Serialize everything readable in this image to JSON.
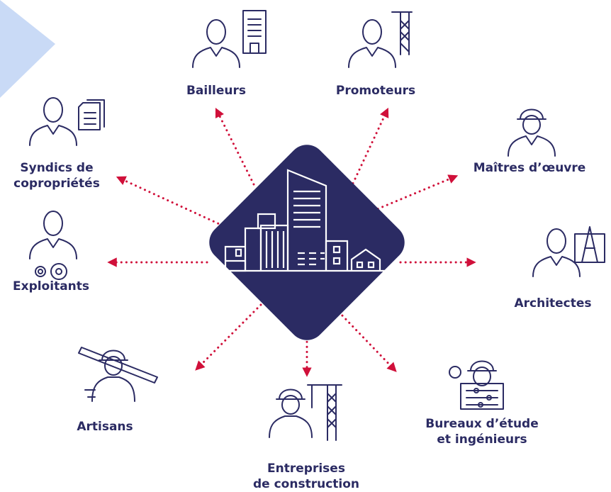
{
  "colors": {
    "navy": "#2b2b63",
    "arrow": "#d0103a",
    "corner": "#c9daf6",
    "text": "#2b2b63"
  },
  "center": {
    "icon": "city-buildings-diamond"
  },
  "actors": [
    {
      "id": "bailleurs",
      "lines": [
        "Bailleurs"
      ],
      "icon": "person-with-building-icon"
    },
    {
      "id": "promoteurs",
      "lines": [
        "Promoteurs"
      ],
      "icon": "person-with-crane-icon"
    },
    {
      "id": "maitres",
      "lines": [
        "Maîtres d’œuvre"
      ],
      "icon": "person-with-hardhat-icon"
    },
    {
      "id": "architectes",
      "lines": [
        "Architectes"
      ],
      "icon": "person-with-blueprint-compass-icon"
    },
    {
      "id": "bureaux",
      "lines": [
        "Bureaux d’étude",
        "et ingénieurs"
      ],
      "icon": "engineer-with-control-panel-icon"
    },
    {
      "id": "entreprises",
      "lines": [
        "Entreprises",
        "de construction"
      ],
      "icon": "worker-with-crane-icon"
    },
    {
      "id": "artisans",
      "lines": [
        "Artisans"
      ],
      "icon": "worker-with-level-and-wrench-icon"
    },
    {
      "id": "exploitants",
      "lines": [
        "Exploitants"
      ],
      "icon": "person-with-gears-icon"
    },
    {
      "id": "syndics",
      "lines": [
        "Syndics de",
        "copropriétés"
      ],
      "icon": "person-with-documents-icon"
    }
  ]
}
